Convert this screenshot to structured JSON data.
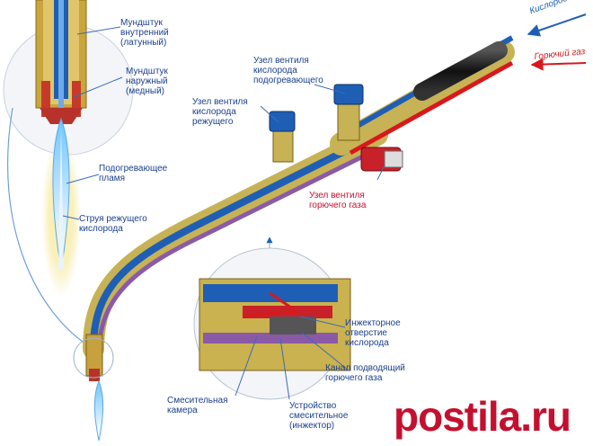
{
  "colors": {
    "oxygen": "#1e5fb5",
    "fuel": "#d7191c",
    "mix": "#8a5aa6",
    "brass": "#d8c46a",
    "label": "#1a3f8c",
    "watermark": "#c4102f"
  },
  "inputs": {
    "oxygen": "Кислород",
    "fuel": "Горючий газ"
  },
  "labels": {
    "inner_mouthpiece": "Мундштук\nвнутренний\n(латунный)",
    "outer_mouthpiece": "Мундштук\nнаружный\n(медный)",
    "preheat_flame": "Подогревающее\nпламя",
    "cutting_jet": "Струя режущего\nкислорода",
    "preheat_valve": "Узел вентиля\nкислорода\nподогревающего",
    "cutting_valve": "Узел вентиля\nкислорода\nрежущего",
    "fuel_valve": "Узел вентиля\nгорючего газа",
    "injector_hole": "Инжекторное\nотверстие\nкислорода",
    "fuel_channel": "Канал подводящий\nгорючего газа",
    "mixing_chamber": "Смесительная\nкамера",
    "mixer_device": "Устройство\nсмесительное\n(инжектор)"
  },
  "watermark": "postila.ru"
}
